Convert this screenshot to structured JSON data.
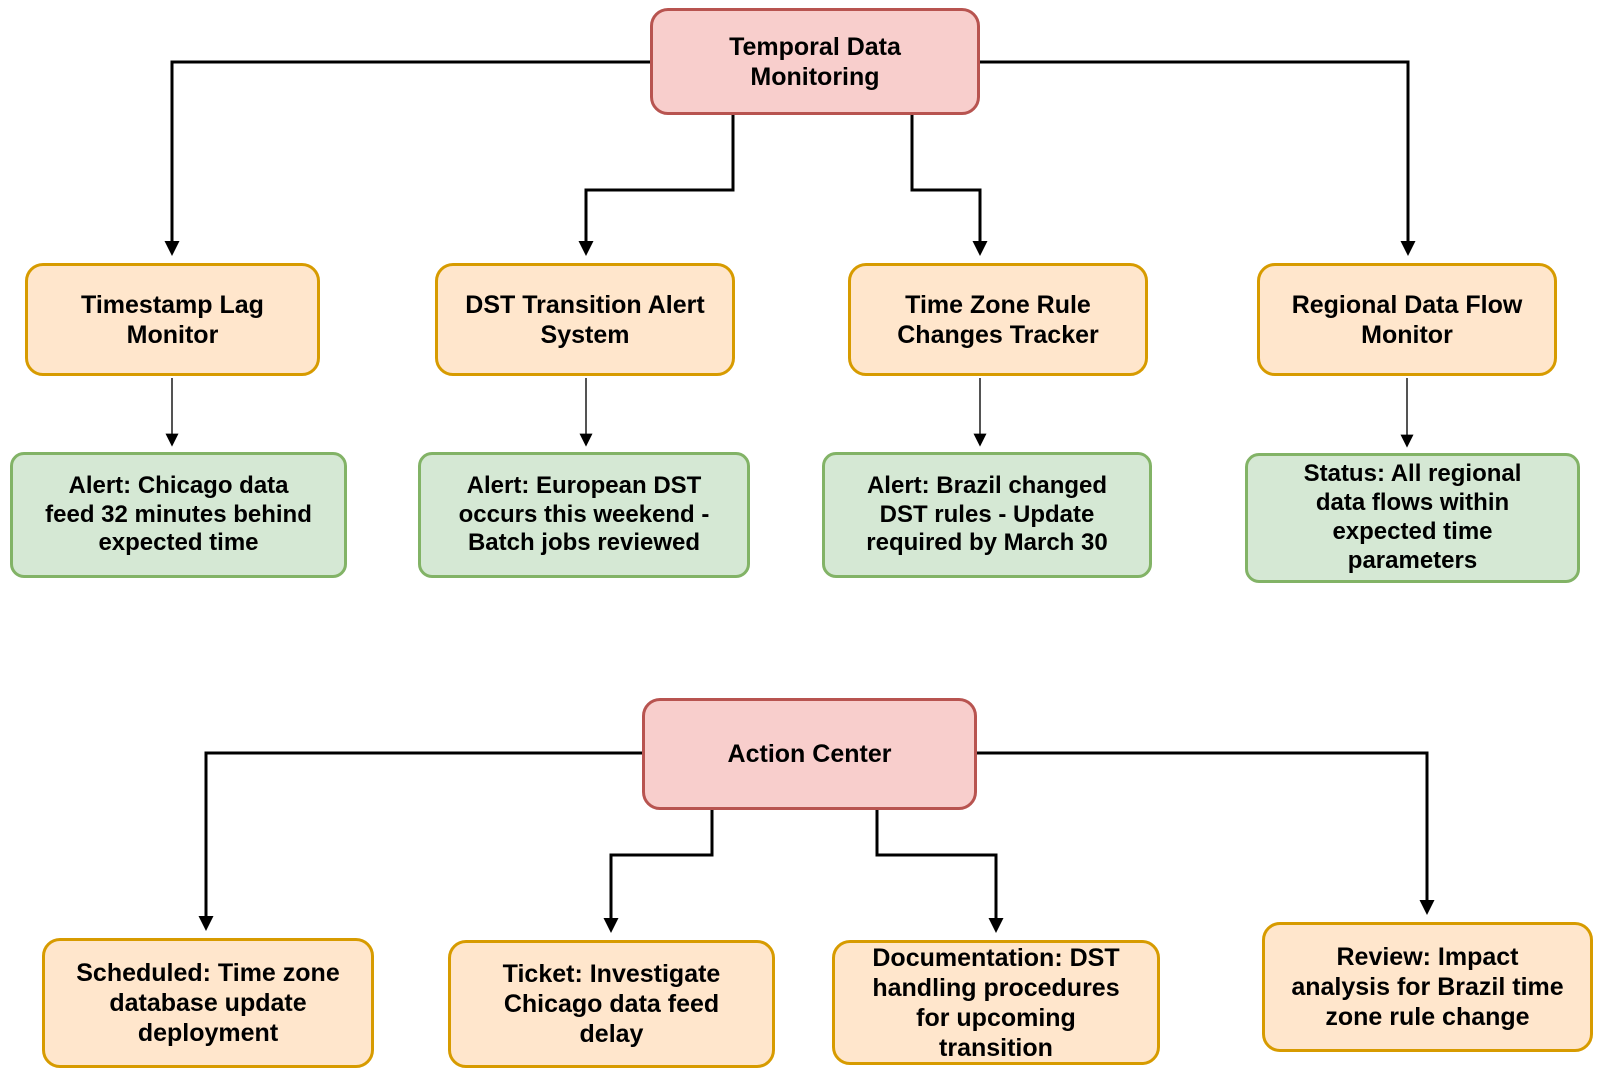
{
  "colors": {
    "root_fill": "#f8cecc",
    "root_stroke": "#b85450",
    "monitor_fill": "#ffe6cc",
    "monitor_stroke": "#d79b00",
    "status_fill": "#d5e8d4",
    "status_stroke": "#82b366",
    "connector": "#000000",
    "bg": "#ffffff"
  },
  "top": {
    "root": "Temporal Data\nMonitoring",
    "monitors": [
      "Timestamp Lag\nMonitor",
      "DST Transition Alert\nSystem",
      "Time Zone Rule\nChanges Tracker",
      "Regional Data Flow\nMonitor"
    ],
    "statuses": [
      "Alert: Chicago data\nfeed 32 minutes behind\nexpected time",
      "Alert: European DST\noccurs this weekend -\nBatch jobs reviewed",
      "Alert: Brazil changed\nDST rules - Update\nrequired by March 30",
      "Status: All regional\ndata flows within\nexpected time\nparameters"
    ]
  },
  "bottom": {
    "root": "Action Center",
    "actions": [
      "Scheduled: Time zone\ndatabase update\ndeployment",
      "Ticket: Investigate\nChicago data feed\ndelay",
      "Documentation: DST\nhandling procedures\nfor upcoming\ntransition",
      "Review: Impact\nanalysis for Brazil time\nzone rule change"
    ]
  }
}
